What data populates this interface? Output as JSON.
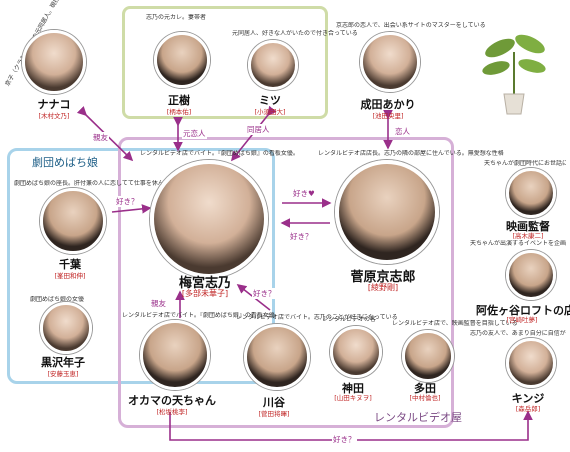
{
  "groups": {
    "blue_label": "劇団めばち娘",
    "pink_label": "レンタルビデオ屋"
  },
  "people": {
    "nanako": {
      "name": "ナナコ",
      "actor": "[木村文乃]",
      "desc": "京子（クラちゃん）の元同居人。現在はブラジルにて生活中。"
    },
    "masaki": {
      "name": "正樹",
      "actor": "[柄本佑]",
      "desc": "志乃の元カレ。妻帯者"
    },
    "mitsu": {
      "name": "ミツ",
      "actor": "[小須田大]",
      "desc": "元同居人、好きな人がいたので付き合っている"
    },
    "akari": {
      "name": "成田あかり",
      "actor": "[池田央里]",
      "desc": "京志郎の恋人で、出会い系サイトのマスターをしている"
    },
    "chiba": {
      "name": "千葉",
      "actor": "[峯田和伸]",
      "desc": "劇団めばち娘の座長。肝付兼の人に恋してて仕事を休んでいる"
    },
    "shino": {
      "name": "梅宮志乃",
      "actor": "[多部未華子]",
      "desc": "レンタルビデオ店でバイト。『劇団めばち娘』の看板女優。"
    },
    "kyoshiro": {
      "name": "菅原京志郎",
      "actor": "[綾野剛]",
      "desc": "レンタルビデオ店店長。志乃の隣の部屋に住んでいる。無愛想な性格"
    },
    "kurosawa": {
      "name": "黒沢年子",
      "actor": "[安藤玉恵]",
      "desc": "劇団めばち娘の女優"
    },
    "okama": {
      "name": "オカマの天ちゃん",
      "actor": "[松坂桃李]",
      "desc": "レンタルビデオ店でバイト。『劇団めばち娘』の看板女優"
    },
    "kawatani": {
      "name": "川谷",
      "actor": "[菅田将暉]",
      "desc": "レンタルビデオ店でバイト。志乃のことが好きになっている"
    },
    "kanda": {
      "name": "神田",
      "actor": "[山田キヌヲ]",
      "desc": "レンタルビデオの客"
    },
    "tada": {
      "name": "多田",
      "actor": "[中村倫也]",
      "desc": "レンタルビデオ店で、映画監督を目指している"
    },
    "director": {
      "name": "映画監督",
      "actor": "[高木康二]",
      "desc": "天ちゃんが劇団時代にお世話になった"
    },
    "manager": {
      "name": "阿佐ヶ谷ロフトの店長",
      "actor": "[宮崎吐夢]",
      "desc": "天ちゃんが出演するイベントを企画する"
    },
    "kenji": {
      "name": "キンジ",
      "actor": "[森岳郎]",
      "desc": "志乃の友人で、あまり自分に自信がない"
    }
  },
  "relations": {
    "shinyu1": "親友",
    "moto_koibito": "元恋人",
    "dokyo": "同居人",
    "koibito": "恋人",
    "suki_q1": "好き？",
    "suki_heart": "好き♥",
    "suki_q2": "好き？",
    "shinyu2": "親友",
    "suki_q3": "好き？",
    "suki_q4": "好き？"
  },
  "colors": {
    "relation": "#9a2f8a",
    "actor": "#c02424",
    "blue": "#a8d3ea",
    "pink": "#d6b0d7",
    "green": "#cfdca7"
  }
}
